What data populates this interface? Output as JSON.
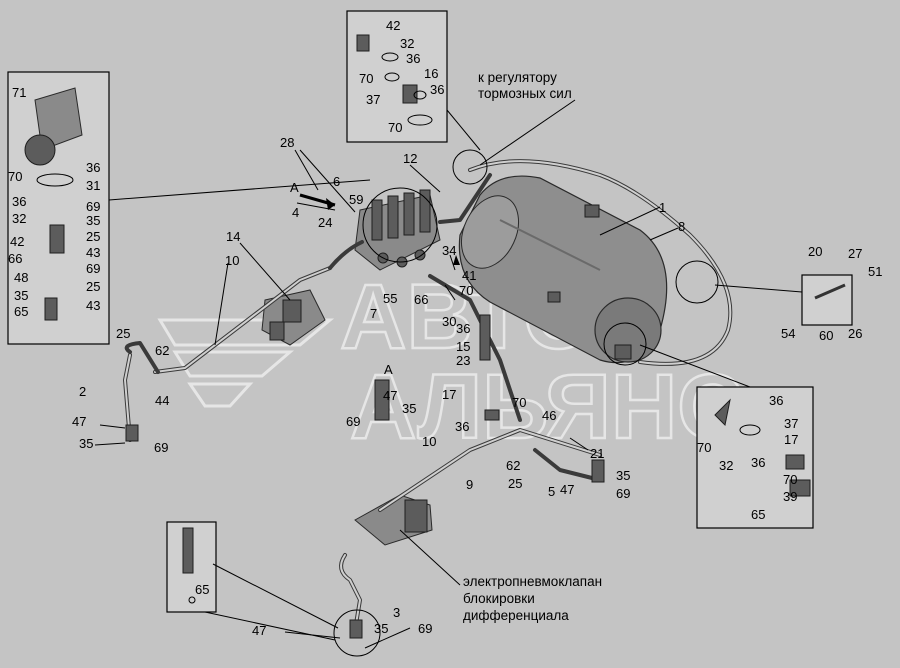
{
  "captions": {
    "regulator_l1": "к регулятору",
    "regulator_l2": "тормозных сил",
    "valve_l1": "электропневмоклапан",
    "valve_l2": "блокировки",
    "valve_l3": "дифференциала"
  },
  "view_marker": "A",
  "watermark": "Логотип «Автоальянс»",
  "labels": {
    "top_inset": [
      "42",
      "32",
      "36",
      "70",
      "16",
      "36",
      "37",
      "70"
    ],
    "left_inset": [
      "71",
      "70",
      "36",
      "31",
      "36",
      "32",
      "69",
      "35",
      "42",
      "25",
      "66",
      "43",
      "48",
      "69",
      "35",
      "25",
      "65",
      "43"
    ],
    "right_top_inset": [
      "20",
      "27",
      "51",
      "54",
      "60",
      "26"
    ],
    "right_bottom_inset": [
      "36",
      "37",
      "70",
      "17",
      "32",
      "36",
      "70",
      "39",
      "65"
    ],
    "bottom_inset": [
      "65"
    ],
    "main": [
      "28",
      "12",
      "1",
      "8",
      "6",
      "59",
      "4",
      "24",
      "14",
      "10",
      "34",
      "41",
      "70",
      "30",
      "36",
      "15",
      "23",
      "7",
      "55",
      "66",
      "25",
      "62",
      "2",
      "44",
      "47",
      "35",
      "69",
      "47",
      "35",
      "69",
      "17",
      "36",
      "70",
      "46",
      "10",
      "21",
      "62",
      "25",
      "9",
      "5",
      "47",
      "35",
      "69",
      "3",
      "47",
      "35",
      "69"
    ]
  }
}
